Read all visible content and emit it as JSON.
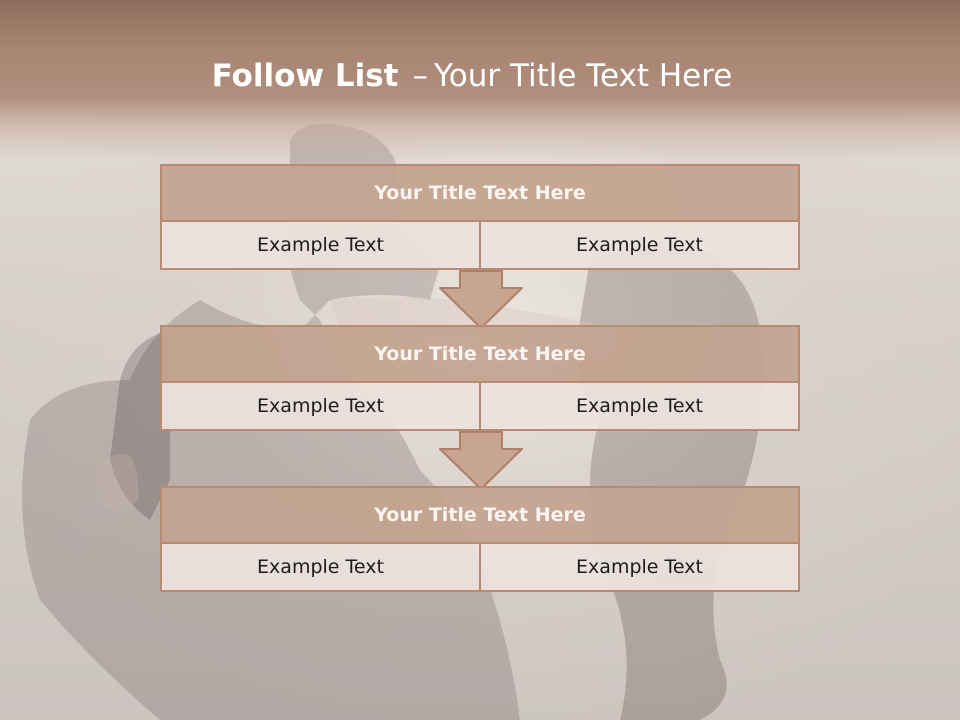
{
  "slide": {
    "title_bold": "Follow List",
    "title_dash": "–",
    "title_rest": "Your Title Text Here"
  },
  "blocks": [
    {
      "title": "Your Title Text Here",
      "left": "Example Text",
      "right": "Example Text"
    },
    {
      "title": "Your Title Text Here",
      "left": "Example Text",
      "right": "Example Text"
    },
    {
      "title": "Your Title Text Here",
      "left": "Example Text",
      "right": "Example Text"
    }
  ],
  "colors": {
    "header": "#a88472",
    "block_title_fill": "#c4a28f",
    "block_cell_fill": "#ece2de",
    "border": "#b88a72",
    "arrow_fill": "#c7a592"
  },
  "icons": {
    "connector": "down-arrow-icon"
  }
}
